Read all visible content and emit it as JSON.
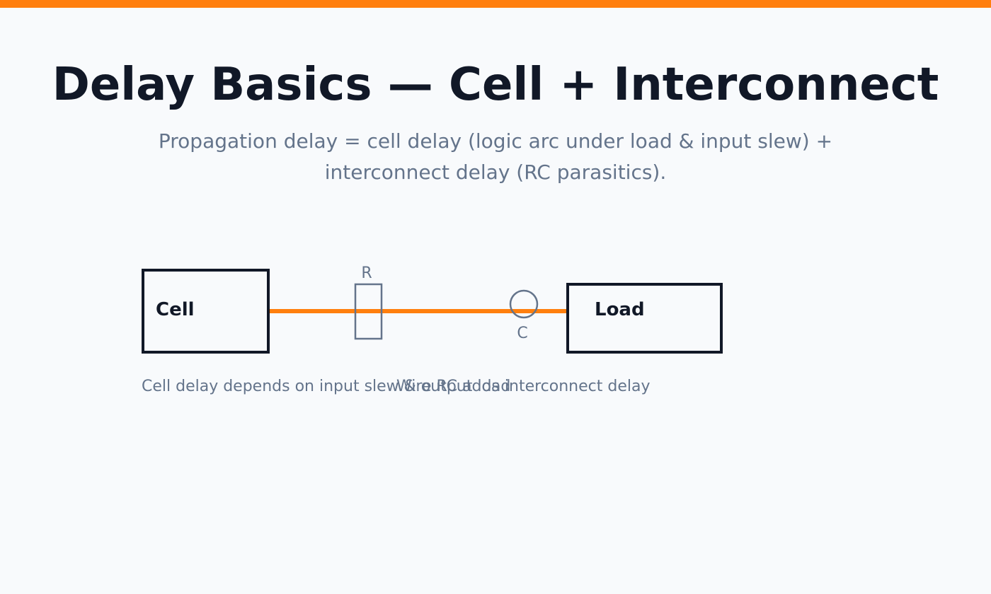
{
  "slide": {
    "title": "Delay Basics — Cell + Interconnect",
    "subtitle": "Propagation delay = cell delay (logic arc under load & input slew) + interconnect delay (RC parasitics)."
  },
  "diagram": {
    "cell_label": "Cell",
    "load_label": "Load",
    "resistor_label": "R",
    "capacitor_label": "C",
    "cell_note": "Cell delay depends on input slew & output load",
    "wire_note": "Wire RC adds interconnect delay"
  },
  "colors": {
    "accent": "#ff7f0e",
    "text_dark": "#111827",
    "text_muted": "#64748b",
    "background": "#f8fafc",
    "component_stroke": "#64748b",
    "box_stroke": "#111827"
  }
}
